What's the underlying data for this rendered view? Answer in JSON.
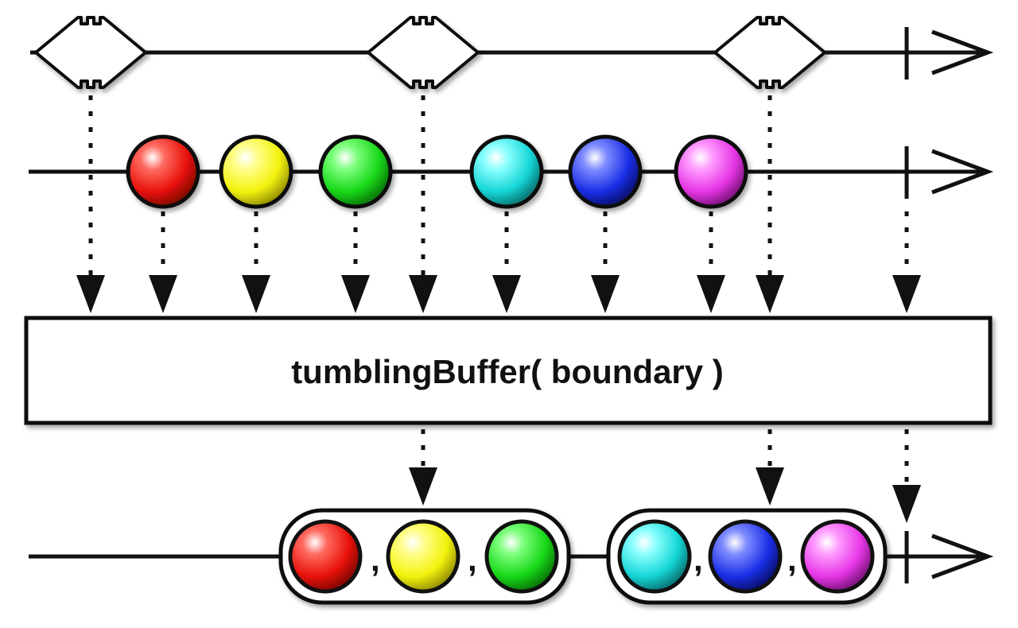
{
  "operator": {
    "label": "tumblingBuffer( boundary )"
  },
  "colors": {
    "red": "#e8120a",
    "yellow": "#f2f20c",
    "green": "#18d818",
    "cyan": "#16d6d6",
    "blue": "#1a2ee6",
    "magenta": "#e636e6",
    "stroke": "#111111",
    "background": "#ffffff"
  },
  "boundary_stream": {
    "markers": [
      "double-arrow-marker",
      "double-arrow-marker",
      "double-arrow-marker"
    ]
  },
  "source_stream": {
    "items": [
      "red",
      "yellow",
      "green",
      "cyan",
      "blue",
      "magenta"
    ]
  },
  "output_stream": {
    "buffers": [
      {
        "items": [
          "red",
          "yellow",
          "green"
        ],
        "separator": ","
      },
      {
        "items": [
          "cyan",
          "blue",
          "magenta"
        ],
        "separator": ","
      }
    ]
  }
}
